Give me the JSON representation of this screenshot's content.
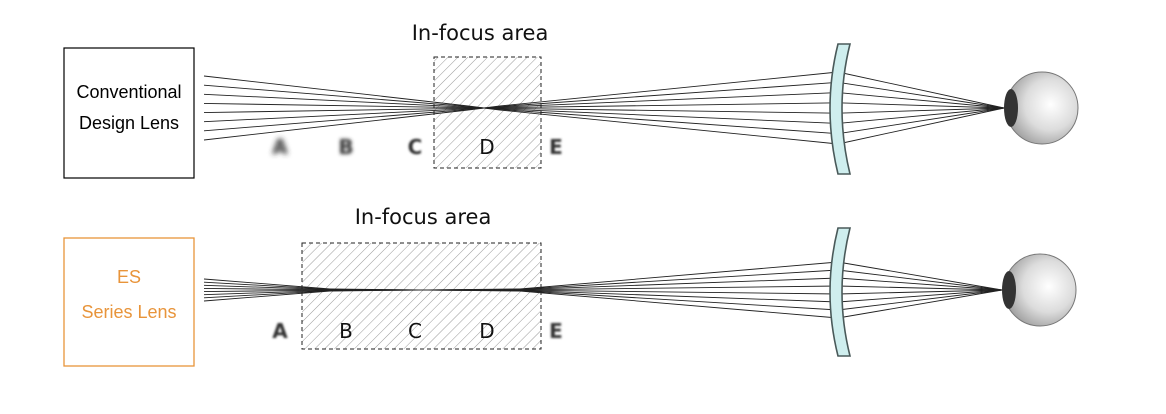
{
  "colors": {
    "conventional_border": "#000000",
    "conventional_text": "#000000",
    "es_border": "#e8943a",
    "es_text": "#e8943a",
    "lens_fill": "#cfeeee",
    "lens_stroke": "#4a5a5a",
    "ray": "#222222",
    "focus_border": "#222222",
    "hatch": "#9a9a9a"
  },
  "top": {
    "box_lines": [
      "Conventional",
      "Design Lens"
    ],
    "focus_label": "In-focus area",
    "letters": [
      "A",
      "B",
      "C",
      "D",
      "E"
    ],
    "sharp_letters": [
      "D"
    ],
    "partial_letters": [
      "C"
    ]
  },
  "bottom": {
    "box_lines": [
      "ES",
      "Series Lens"
    ],
    "focus_label": "In-focus area",
    "letters": [
      "A",
      "B",
      "C",
      "D",
      "E"
    ],
    "sharp_letters": [
      "B",
      "C",
      "D"
    ],
    "partial_letters": []
  }
}
